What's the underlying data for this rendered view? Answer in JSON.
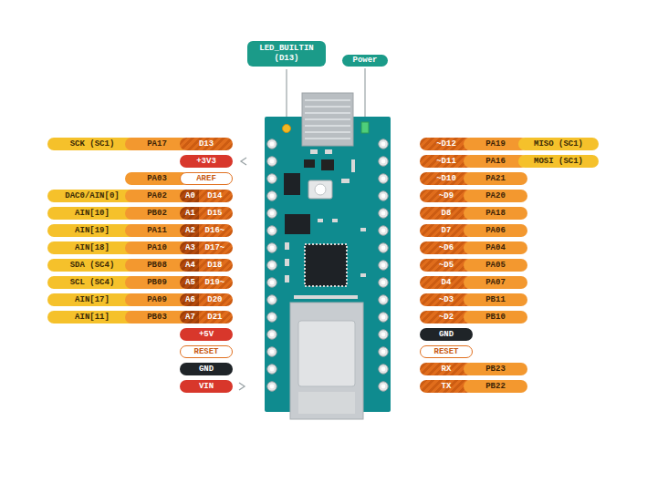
{
  "diagram": {
    "nodes": [
      {
        "text": [
          "LED_BUILTIN (D13)"
        ]
      },
      {
        "text": [
          "Power"
        ]
      },
      {
        "text": [
          "SCK (SC1)"
        ]
      },
      {
        "text": [
          "PA17"
        ]
      },
      {
        "text": [
          "D13"
        ]
      },
      {
        "text": [
          "~D12"
        ]
      },
      {
        "text": [
          "PA19"
        ]
      },
      {
        "text": [
          "MISO (SC1)"
        ]
      },
      {
        "text": [
          "+3V3"
        ]
      },
      {
        "text": [
          "~D11"
        ]
      },
      {
        "text": [
          "PA16"
        ]
      },
      {
        "text": [
          "MOSI (SC1)"
        ]
      },
      {
        "text": [
          "PA03"
        ]
      },
      {
        "text": [
          "AREF"
        ]
      },
      {
        "text": [
          "~D10"
        ]
      },
      {
        "text": [
          "PA21"
        ]
      },
      {
        "text": [
          "DAC0/AIN[0]"
        ]
      },
      {
        "text": [
          "PA02"
        ]
      },
      {
        "text": [
          "A0",
          "D14"
        ]
      },
      {
        "text": [
          "~D9"
        ]
      },
      {
        "text": [
          "PA20"
        ]
      },
      {
        "text": [
          "AIN[10]"
        ]
      },
      {
        "text": [
          "PB02"
        ]
      },
      {
        "text": [
          "A1",
          "D15"
        ]
      },
      {
        "text": [
          "D8"
        ]
      },
      {
        "text": [
          "PA18"
        ]
      },
      {
        "text": [
          "AIN[19]"
        ]
      },
      {
        "text": [
          "PA11"
        ]
      },
      {
        "text": [
          "A2",
          "D16~"
        ]
      },
      {
        "text": [
          "D7"
        ]
      },
      {
        "text": [
          "PA06"
        ]
      },
      {
        "text": [
          "AIN[18]"
        ]
      },
      {
        "text": [
          "PA10"
        ]
      },
      {
        "text": [
          "A3",
          "D17~"
        ]
      },
      {
        "text": [
          "~D6"
        ]
      },
      {
        "text": [
          "PA04"
        ]
      },
      {
        "text": [
          "SDA (SC4)"
        ]
      },
      {
        "text": [
          "PB08"
        ]
      },
      {
        "text": [
          "A4",
          "D18"
        ]
      },
      {
        "text": [
          "~D5"
        ]
      },
      {
        "text": [
          "PA05"
        ]
      },
      {
        "text": [
          "SCL (SC4)"
        ]
      },
      {
        "text": [
          "PB09"
        ]
      },
      {
        "text": [
          "A5",
          "D19~"
        ]
      },
      {
        "text": [
          "D4"
        ]
      },
      {
        "text": [
          "PA07"
        ]
      },
      {
        "text": [
          "AIN[17]"
        ]
      },
      {
        "text": [
          "PA09"
        ]
      },
      {
        "text": [
          "A6",
          "D20"
        ]
      },
      {
        "text": [
          "~D3"
        ]
      },
      {
        "text": [
          "PB11"
        ]
      },
      {
        "text": [
          "AIN[11]"
        ]
      },
      {
        "text": [
          "PB03"
        ]
      },
      {
        "text": [
          "A7",
          "D21"
        ]
      },
      {
        "text": [
          "~D2"
        ]
      },
      {
        "text": [
          "PB10"
        ]
      },
      {
        "text": [
          "+5V"
        ]
      },
      {
        "text": [
          "GND"
        ]
      },
      {
        "text": [
          "RESET"
        ]
      },
      {
        "text": [
          "RESET"
        ]
      },
      {
        "text": [
          "GND"
        ]
      },
      {
        "text": [
          "RX"
        ]
      },
      {
        "text": [
          "PB23"
        ]
      },
      {
        "text": [
          "VIN"
        ]
      },
      {
        "text": [
          "TX"
        ]
      },
      {
        "text": [
          "PB22"
        ]
      }
    ]
  }
}
